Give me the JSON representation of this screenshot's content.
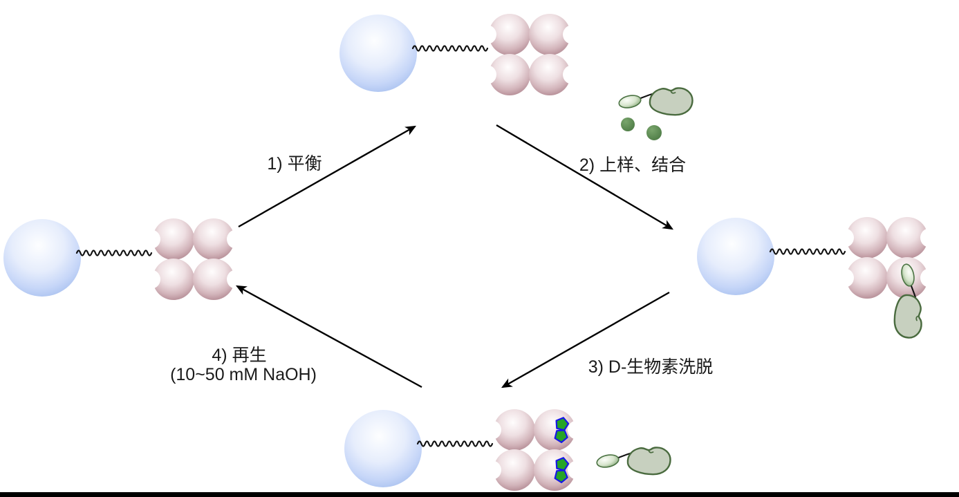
{
  "figure": {
    "kind": "affinity-purification-cycle-diagram",
    "description_glyphs": {
      "bead": "blue-sphere-icon",
      "linker": "wavy-line-spacer",
      "streptavidin": "four-lobed-pink-tetramer-with-notches",
      "biotin": "green-double-pentagon-blue-outline",
      "tagged_protein": "green-tag-ellipse-with-bean-protein",
      "impurities": "small-green-dots"
    }
  },
  "steps": [
    {
      "label": "1) 平衡"
    },
    {
      "label": "2) 上样、结合"
    },
    {
      "label": "3) D-生物素洗脱"
    },
    {
      "label": "4) 再生",
      "sublabel": "(10~50 mM NaOH)"
    }
  ],
  "colors": {
    "background": "#ffffff",
    "text": "#1a1a1a",
    "arrow": "#000000",
    "linker": "#111111",
    "bead_center": "#fdfeff",
    "bead_mid": "#e6edfc",
    "bead_edge2": "#c6d6f8",
    "bead_edge": "#aec5f1",
    "subunit_center": "#fffdfd",
    "subunit_mid": "#eedfe2",
    "subunit_edge2": "#d2b4ba",
    "subunit_edge": "#b58d96",
    "tag_center": "#fbfdf8",
    "tag_mid": "#d7e5cd",
    "tag_edge": "#86a878",
    "tag_stroke": "#4a7242",
    "protein_fill": "#c7d0bf",
    "protein_stroke": "#4a6b3f",
    "impurity_light": "#79a56c",
    "impurity_dark": "#4f7d47",
    "biotin_fill": "#27a427",
    "biotin_stroke": "#1717e8",
    "bottom_bar": "#000000"
  }
}
